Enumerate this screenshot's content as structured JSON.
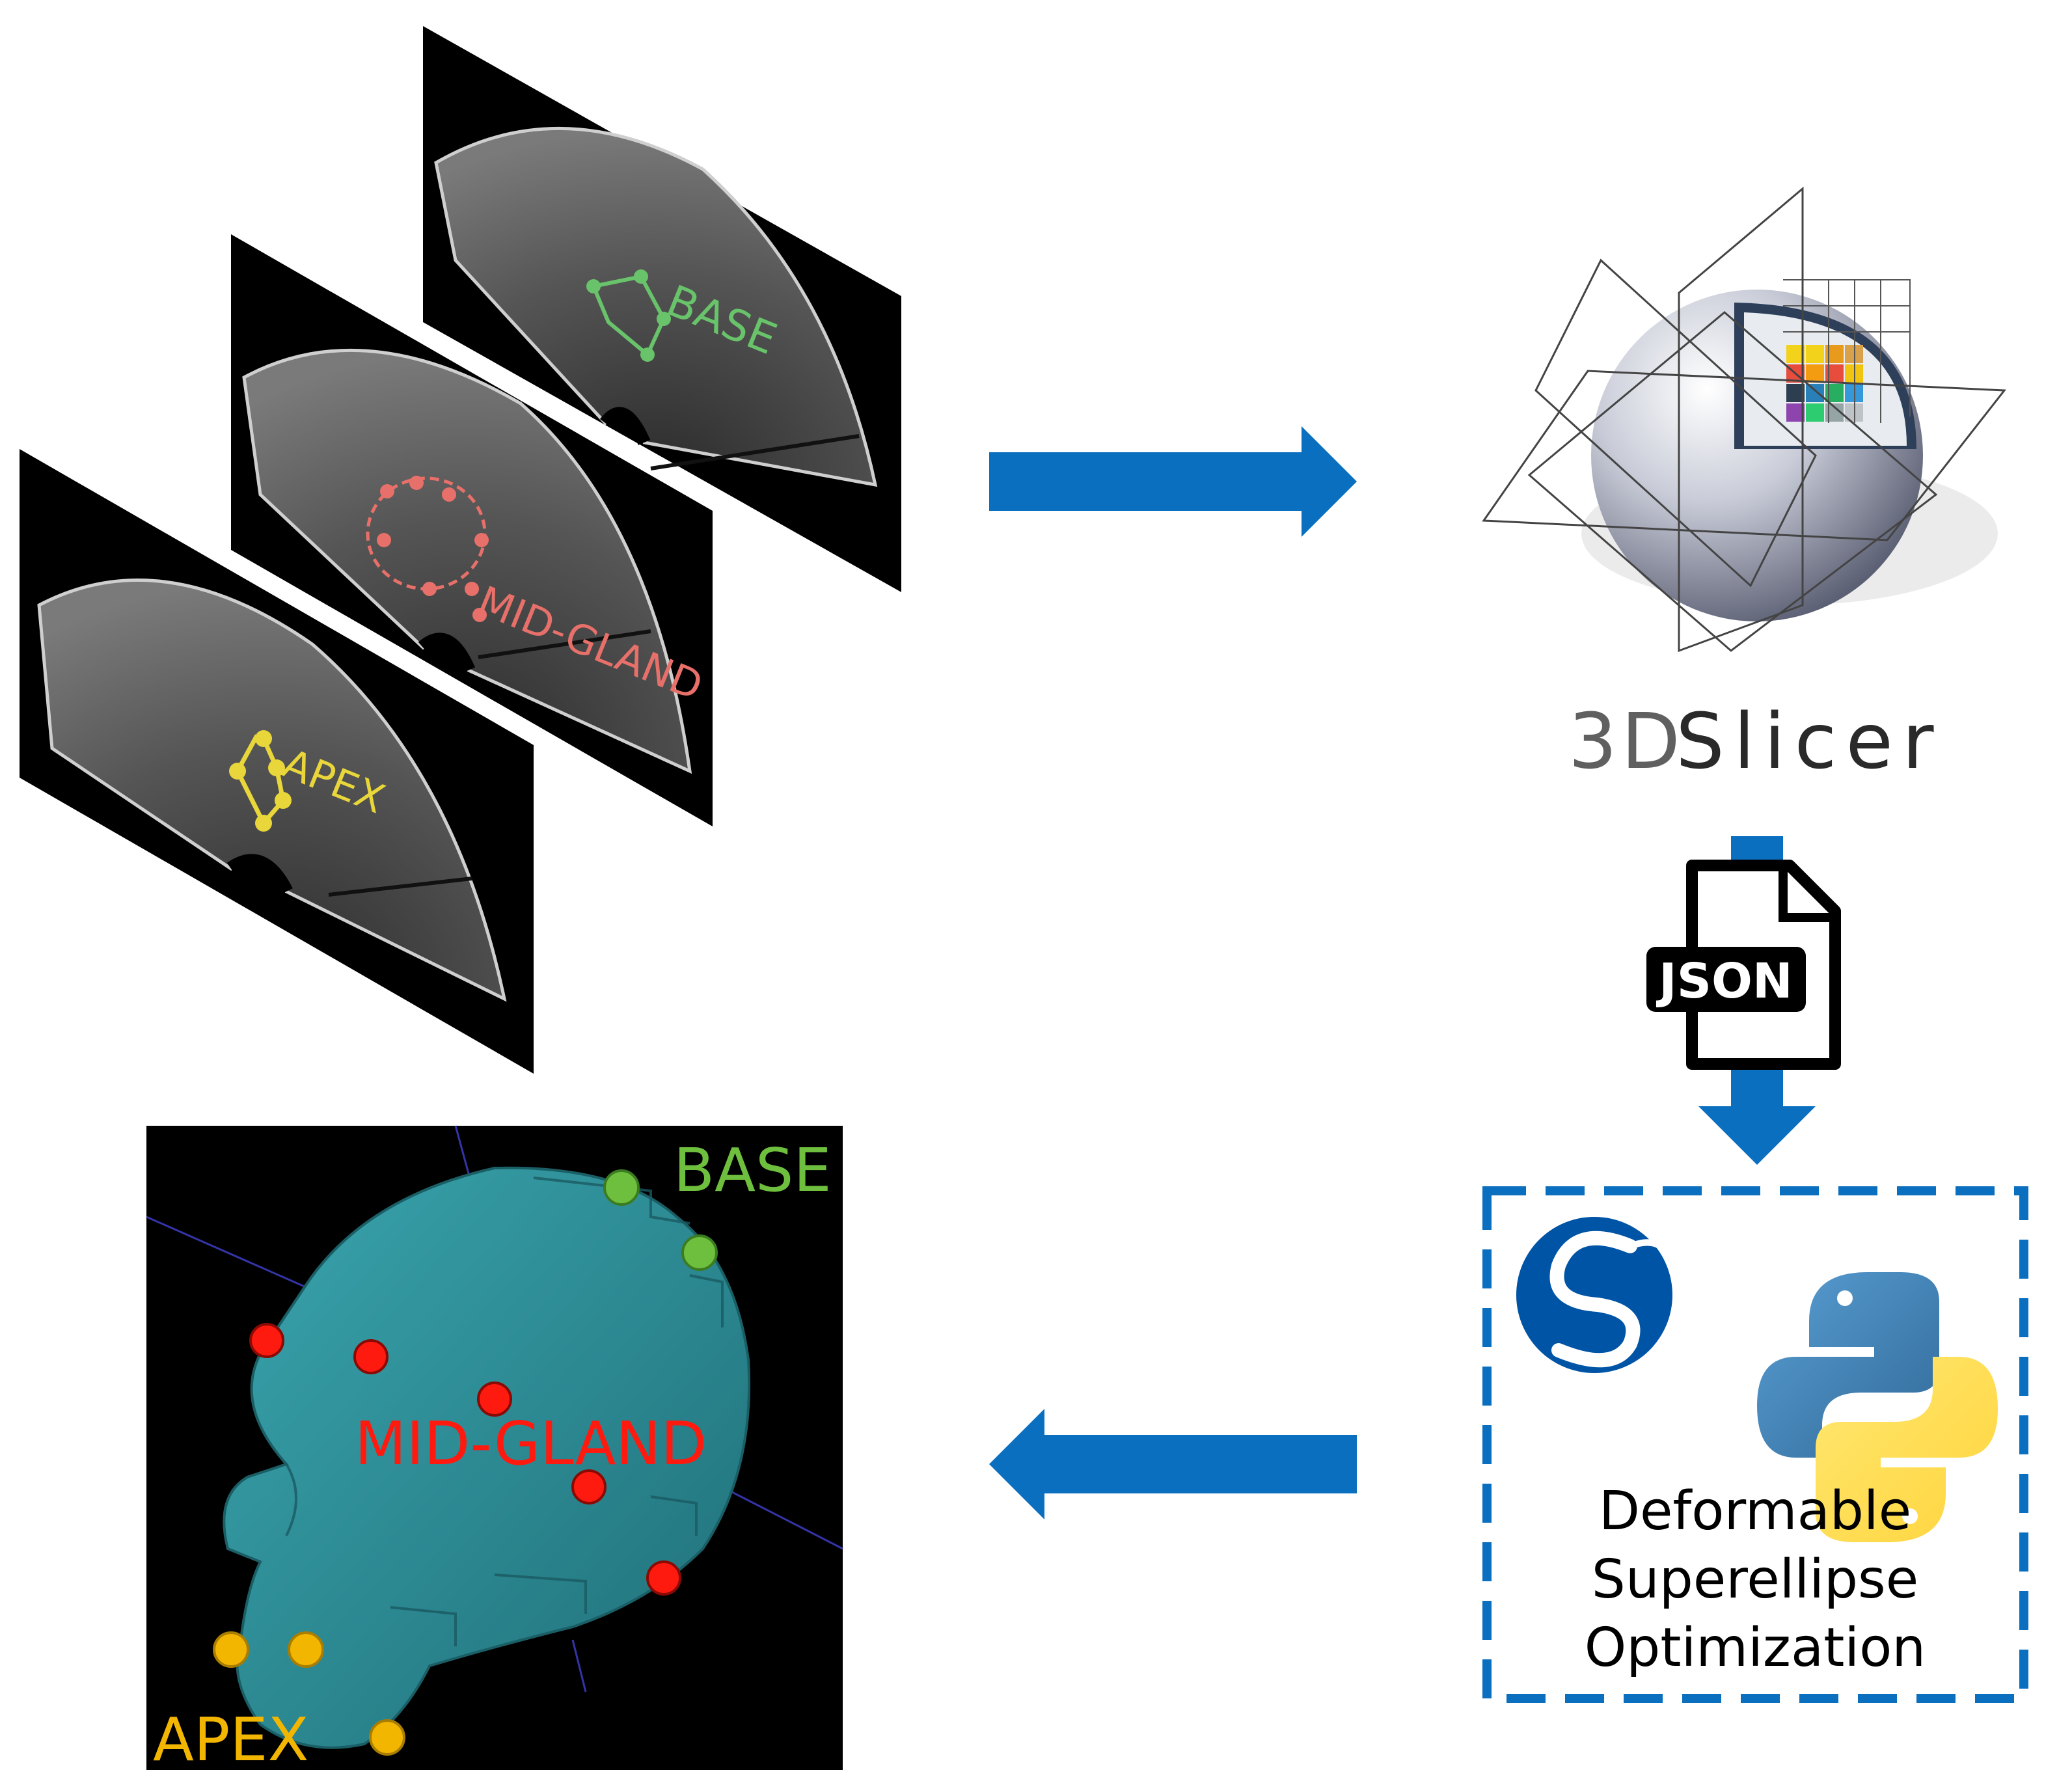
{
  "colors": {
    "arrow": "#0b6fc0",
    "base": "#68c36a",
    "mid": "#e8706a",
    "apex": "#e8d63a",
    "base_3d": "#6fbf3f",
    "mid_3d": "#ff1a10",
    "apex_3d": "#f2b600",
    "prostate_mesh": "#2f8e98",
    "panel_dark": "#000000",
    "box_dash": "#0b6fc0"
  },
  "ultrasound_slices": [
    {
      "label": "BASE",
      "color_key": "base"
    },
    {
      "label": "MID-GLAND",
      "color_key": "mid"
    },
    {
      "label": "APEX",
      "color_key": "apex"
    }
  ],
  "slicer_logo": {
    "prefix": "3D",
    "name": "Slicer"
  },
  "file_badge": {
    "text": "JSON"
  },
  "optimizer_box": {
    "lines": [
      "Deformable",
      "Superellipse",
      "Optimization"
    ],
    "icons": [
      "scipy-icon",
      "python-icon"
    ]
  },
  "render3d_labels": {
    "base": "BASE",
    "mid": "MID-GLAND",
    "apex": "APEX"
  }
}
